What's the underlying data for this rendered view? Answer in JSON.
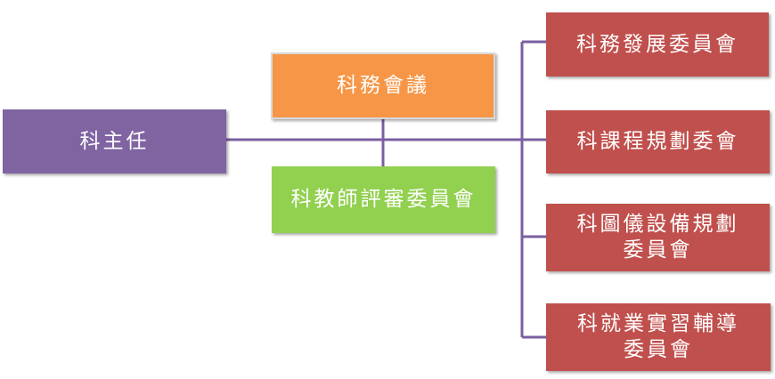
{
  "chart": {
    "director": "科主任",
    "meeting": "科務會議",
    "review": "科教師評審委員會",
    "committees": [
      {
        "line1": "科務發展委員會",
        "line2": ""
      },
      {
        "line1": "科課程規劃委會",
        "line2": ""
      },
      {
        "line1": "科圖儀設備規劃",
        "line2": "委員會"
      },
      {
        "line1": "科就業實習輔導",
        "line2": "委員會"
      }
    ]
  },
  "colors": {
    "director": "#8064a2",
    "meeting": "#f79646",
    "review": "#92d050",
    "committee": "#c0504d",
    "connector": "#7b5fa0"
  }
}
